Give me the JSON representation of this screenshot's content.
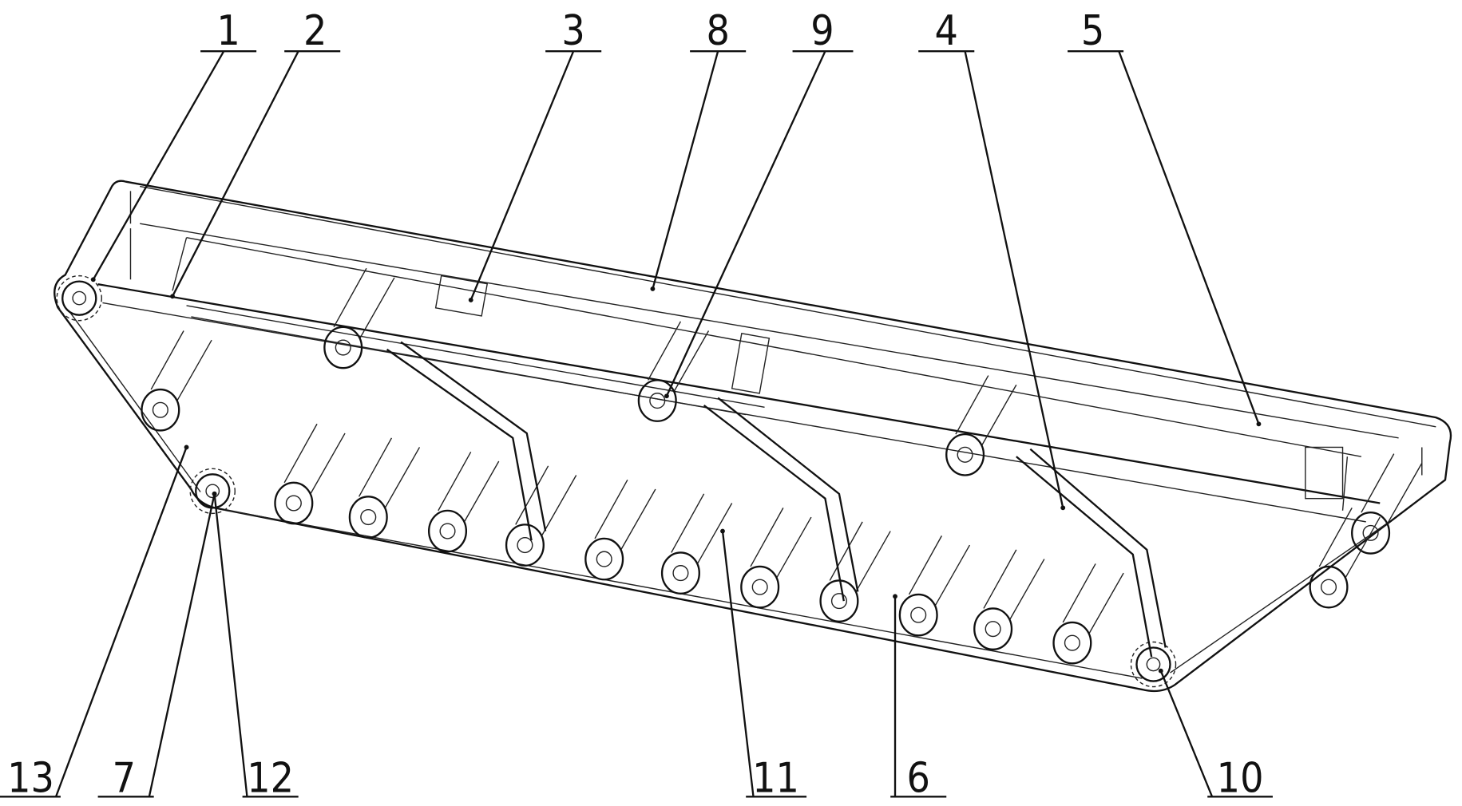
{
  "figure": {
    "title": "Tracked chassis assembly perspective view",
    "labels_top": [
      "1",
      "2",
      "3",
      "8",
      "9",
      "4",
      "5"
    ],
    "labels_bottom": [
      "13",
      "7",
      "12",
      "11",
      "6",
      "10"
    ]
  },
  "colors": {
    "line": "#111111",
    "background": "#ffffff"
  }
}
